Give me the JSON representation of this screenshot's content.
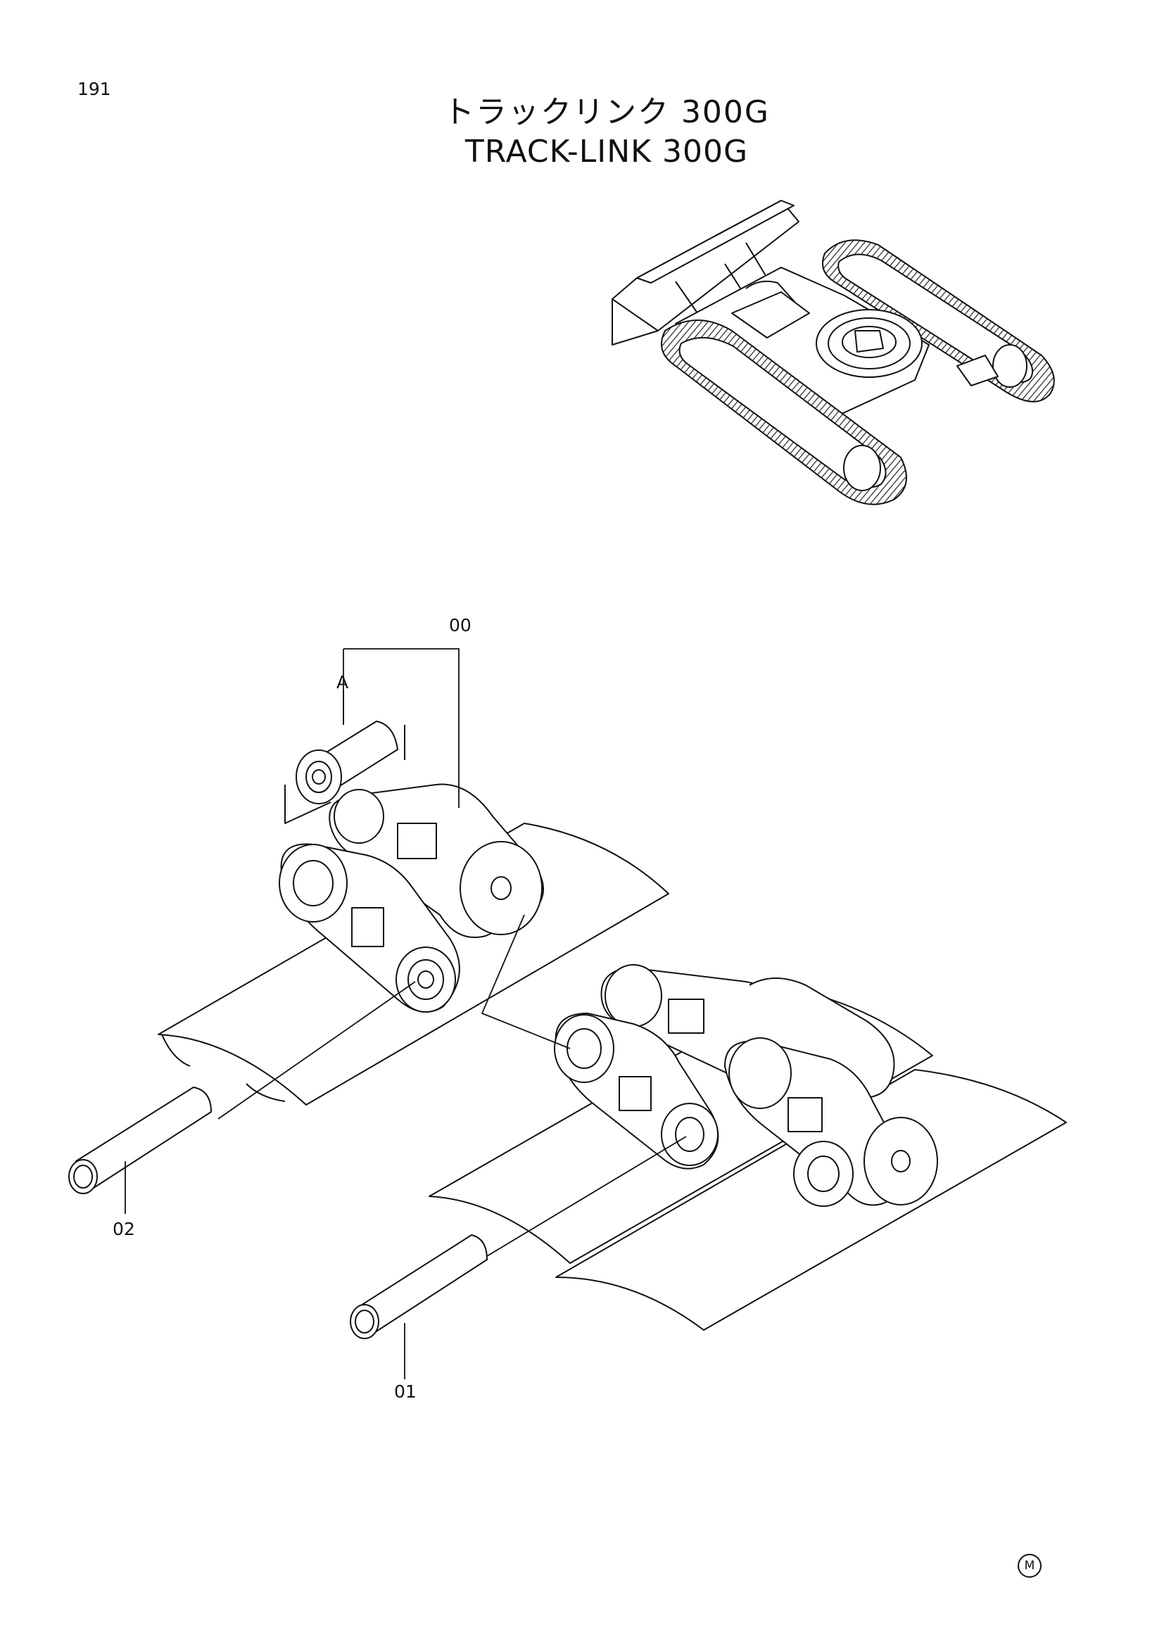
{
  "page": {
    "number": "191"
  },
  "title": {
    "japanese": "トラックリンク 300G",
    "english": "TRACK-LINK 300G"
  },
  "callouts": {
    "assembly": "00",
    "bushing_ref": "A",
    "pin_master": "02",
    "pin": "01"
  },
  "footer": {
    "mark": "M"
  }
}
